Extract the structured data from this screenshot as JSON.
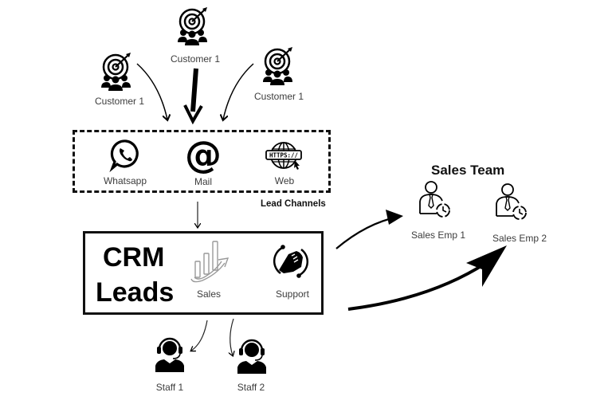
{
  "customers": [
    {
      "label": "Customer 1",
      "icon": "target-audience-icon"
    },
    {
      "label": "Customer 1",
      "icon": "target-audience-icon"
    },
    {
      "label": "Customer 1",
      "icon": "target-audience-icon"
    }
  ],
  "lead_channels": {
    "title": "Lead Channels",
    "items": [
      {
        "label": "Whatsapp",
        "icon": "whatsapp-icon"
      },
      {
        "label": "Mail",
        "icon": "at-sign-icon"
      },
      {
        "label": "Web",
        "icon": "https-globe-icon"
      }
    ],
    "web_icon_text": "HTTPS://"
  },
  "crm": {
    "title_line1": "CRM",
    "title_line2": "Leads",
    "items": [
      {
        "label": "Sales",
        "icon": "growth-chart-icon"
      },
      {
        "label": "Support",
        "icon": "handshake-support-icon"
      }
    ]
  },
  "staff": [
    {
      "label": "Staff 1",
      "icon": "headset-agent-icon"
    },
    {
      "label": "Staff 2",
      "icon": "headset-agent-icon"
    }
  ],
  "sales_team": {
    "title": "Sales Team",
    "members": [
      {
        "label": "Sales Emp 1",
        "icon": "employee-clock-icon"
      },
      {
        "label": "Sales Emp 2",
        "icon": "employee-clock-icon"
      }
    ]
  }
}
